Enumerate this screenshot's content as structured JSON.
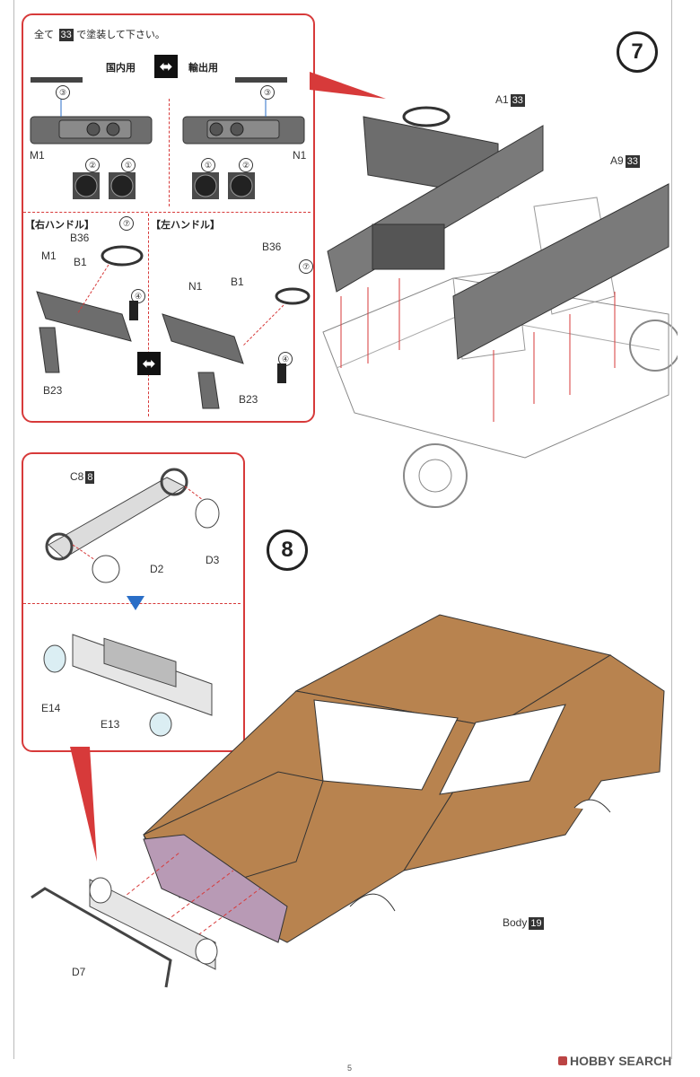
{
  "step7": {
    "number": "7",
    "paint_note_prefix": "全て",
    "paint_note_color": "33",
    "paint_note_suffix": "で塗装して下さい。",
    "domestic_label": "国内用",
    "export_label": "輸出用",
    "right_hand_label": "【右ハンドル】",
    "left_hand_label": "【左ハンドル】",
    "callouts": {
      "c1": "①",
      "c2": "②",
      "c3": "③",
      "c4": "④",
      "c7": "⑦"
    },
    "parts": {
      "M1": "M1",
      "N1": "N1",
      "B36": "B36",
      "B1": "B1",
      "B23": "B23",
      "A1": "A1",
      "A1_color": "33",
      "A9": "A9",
      "A9_color": "33"
    }
  },
  "step8": {
    "number": "8",
    "parts": {
      "C8": "C8",
      "C8_color": "8",
      "D2": "D2",
      "D3": "D3",
      "E13": "E13",
      "E14": "E14",
      "D7": "D7",
      "Body": "Body",
      "Body_color": "19"
    }
  },
  "footer": {
    "page_number": "5",
    "watermark": "HOBBY SEARCH"
  },
  "colors": {
    "accent_red": "#d73a3a",
    "body_brown": "#b8834f",
    "panel_gray": "#7a7a7a",
    "lens_blue": "#dbeef3"
  }
}
